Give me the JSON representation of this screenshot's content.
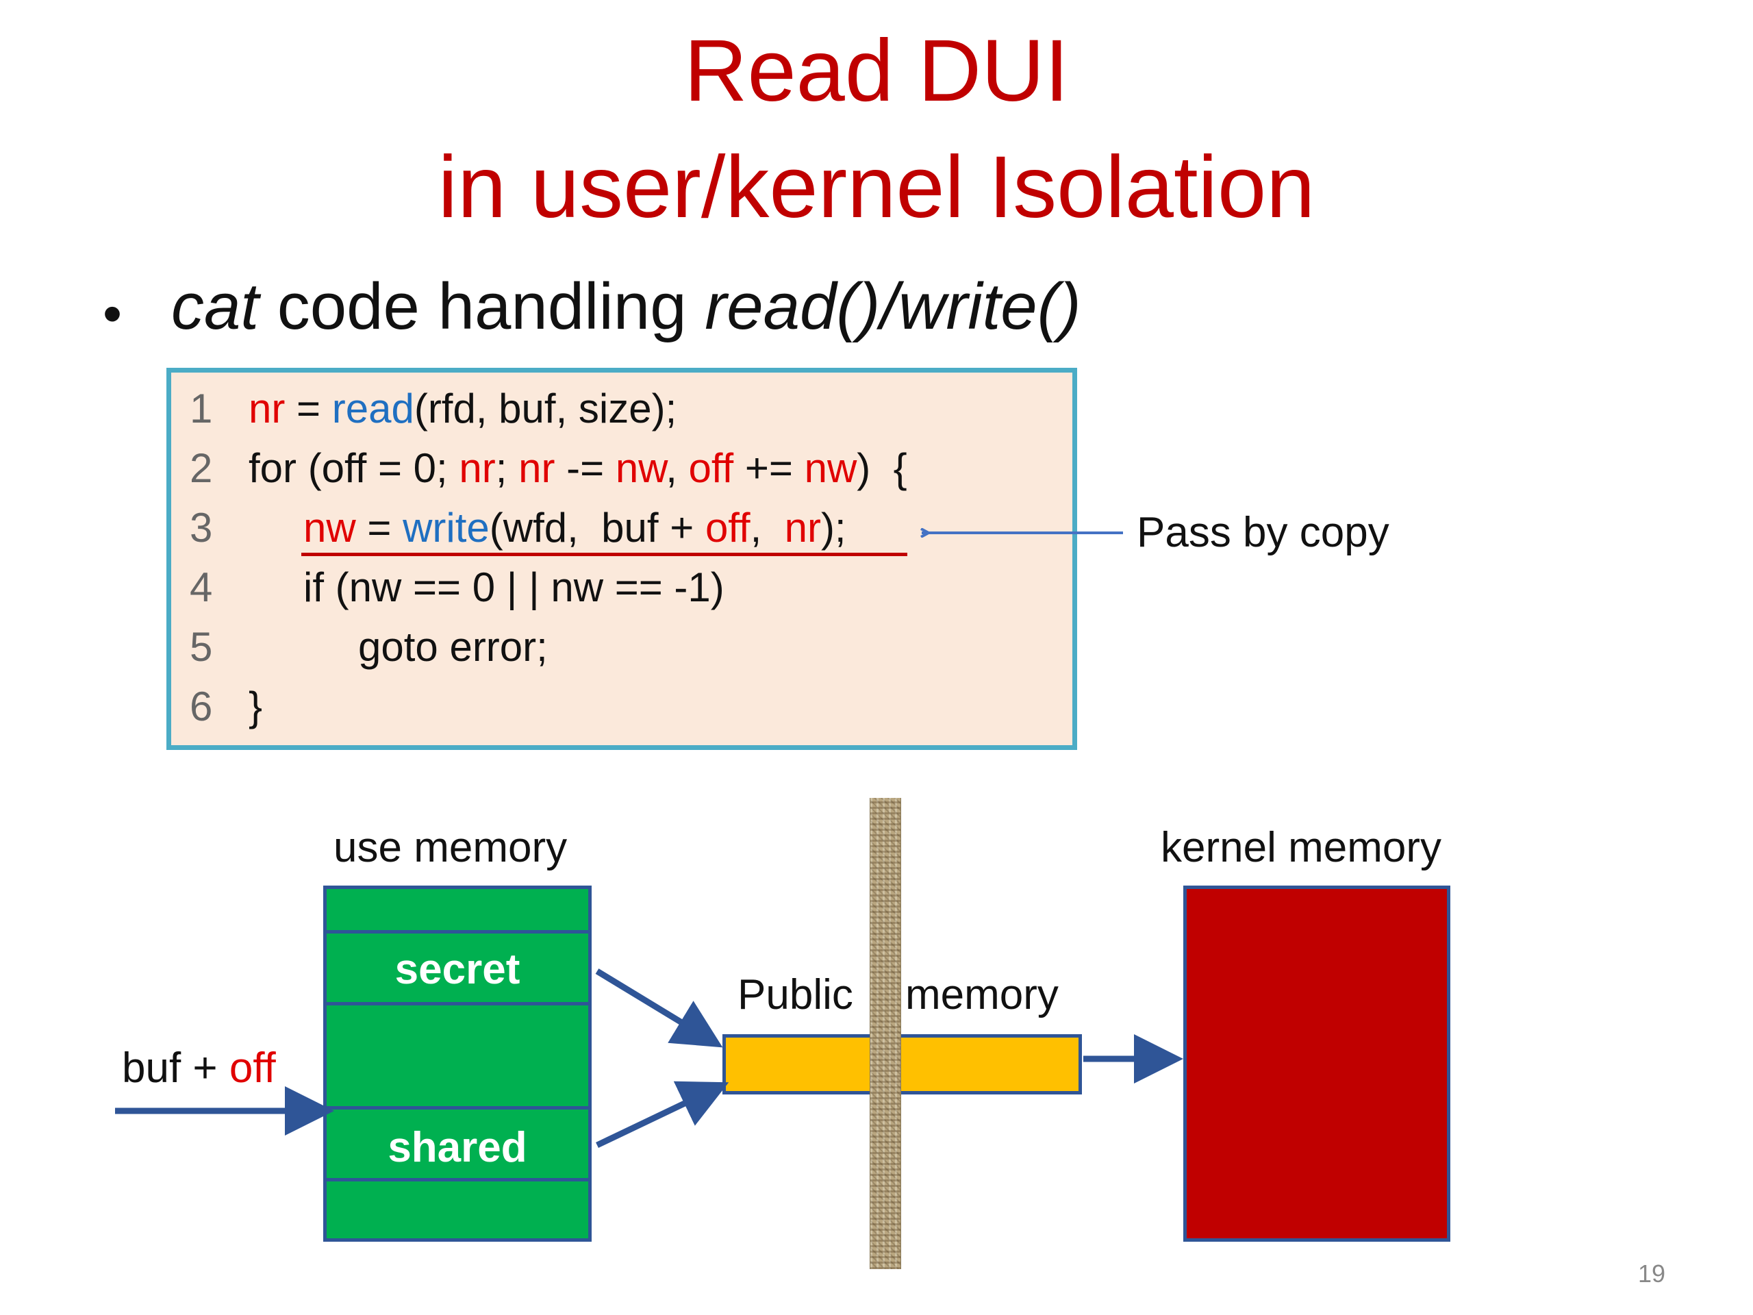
{
  "slide": {
    "title_line1": "Read DUI",
    "title_line2": "in user/kernel Isolation",
    "bullet": {
      "marker": "•",
      "part1_italic": "cat",
      "part2": " code handling ",
      "part3_italic": "read()/write()"
    },
    "page_number": "19"
  },
  "code": {
    "lines": [
      {
        "num": "1",
        "segments": [
          {
            "t": "nr",
            "c": "red"
          },
          {
            "t": " = ",
            "c": ""
          },
          {
            "t": "read",
            "c": "blue"
          },
          {
            "t": "(rfd, buf, size);",
            "c": ""
          }
        ]
      },
      {
        "num": "2",
        "segments": [
          {
            "t": "for (off = 0; ",
            "c": ""
          },
          {
            "t": "nr",
            "c": "red"
          },
          {
            "t": "; ",
            "c": ""
          },
          {
            "t": "nr",
            "c": "red"
          },
          {
            "t": " -= ",
            "c": ""
          },
          {
            "t": "nw",
            "c": "red"
          },
          {
            "t": ", ",
            "c": ""
          },
          {
            "t": "off",
            "c": "red"
          },
          {
            "t": " += ",
            "c": ""
          },
          {
            "t": "nw",
            "c": "red"
          },
          {
            "t": ")  {",
            "c": ""
          }
        ]
      },
      {
        "num": "3",
        "indent": 1,
        "segments": [
          {
            "t": "nw",
            "c": "red"
          },
          {
            "t": " = ",
            "c": ""
          },
          {
            "t": "write",
            "c": "blue"
          },
          {
            "t": "(wfd,  buf + ",
            "c": ""
          },
          {
            "t": "off",
            "c": "red"
          },
          {
            "t": ",  ",
            "c": ""
          },
          {
            "t": "nr",
            "c": "red"
          },
          {
            "t": ");",
            "c": ""
          }
        ]
      },
      {
        "num": "4",
        "indent": 1,
        "segments": [
          {
            "t": "if (nw == 0 | | nw == -1)",
            "c": ""
          }
        ]
      },
      {
        "num": "5",
        "indent": 2,
        "segments": [
          {
            "t": "goto error;",
            "c": ""
          }
        ]
      },
      {
        "num": "6",
        "segments": [
          {
            "t": "}",
            "c": ""
          }
        ]
      }
    ],
    "annotation": "Pass by copy"
  },
  "diagram": {
    "user_memory_heading": "use memory",
    "kernel_memory_heading": "kernel memory",
    "secret_label": "secret",
    "shared_label": "shared",
    "public_label": "Public",
    "memory_label": "memory",
    "buf_label": "buf + ",
    "off_label": "off"
  },
  "colors": {
    "title": "#c00000",
    "code_red": "#e00000",
    "code_blue": "#1f6fc1",
    "code_box_bg": "#fbe9db",
    "code_box_border": "#4bacc6",
    "user_memory": "#00b050",
    "public_memory": "#ffc000",
    "kernel_memory": "#c00000",
    "arrow": "#2f5597"
  }
}
